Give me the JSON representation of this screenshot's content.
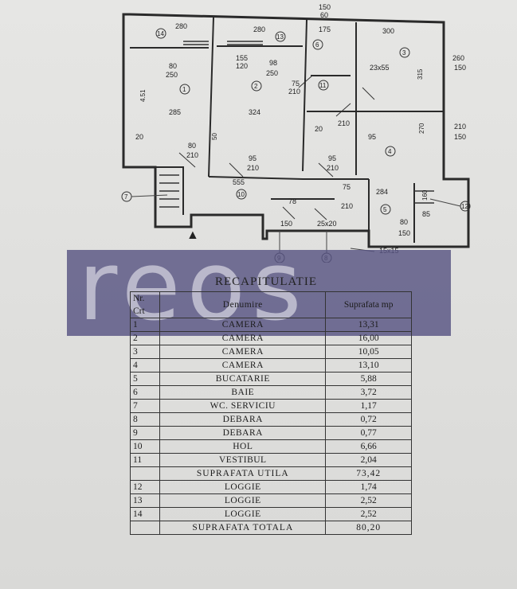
{
  "floor_plan": {
    "dims": [
      "280",
      "280",
      "175",
      "300",
      "150",
      "60",
      "80",
      "250",
      "155",
      "120",
      "98",
      "250",
      "75",
      "210",
      "23x55",
      "315",
      "260",
      "150",
      "4.51",
      "285",
      "324",
      "270",
      "210",
      "150",
      "20",
      "95",
      "210",
      "80",
      "210",
      "95",
      "210",
      "555",
      "50",
      "95",
      "210",
      "20",
      "284",
      "160",
      "80",
      "85",
      "150",
      "75",
      "210",
      "78",
      "150",
      "25x20",
      "15x15"
    ],
    "room_labels": [
      "1",
      "2",
      "3",
      "4",
      "5",
      "6",
      "7",
      "8",
      "9",
      "10",
      "11",
      "12",
      "13",
      "14"
    ],
    "entry_marker": "▲"
  },
  "watermark": "reos",
  "recap": {
    "title": "RECAPITULATIE",
    "headers": {
      "nr": "Nr. Crt",
      "name": "Denumire",
      "area": "Suprafata mp"
    },
    "rows": [
      {
        "nr": "1",
        "name": "CAMERA",
        "area": "13,31"
      },
      {
        "nr": "2",
        "name": "CAMERA",
        "area": "16,00"
      },
      {
        "nr": "3",
        "name": "CAMERA",
        "area": "10,05"
      },
      {
        "nr": "4",
        "name": "CAMERA",
        "area": "13,10"
      },
      {
        "nr": "5",
        "name": "BUCATARIE",
        "area": "5,88"
      },
      {
        "nr": "6",
        "name": "BAIE",
        "area": "3,72"
      },
      {
        "nr": "7",
        "name": "WC. SERVICIU",
        "area": "1,17"
      },
      {
        "nr": "8",
        "name": "DEBARA",
        "area": "0,72"
      },
      {
        "nr": "9",
        "name": "DEBARA",
        "area": "0,77"
      },
      {
        "nr": "10",
        "name": "HOL",
        "area": "6,66"
      },
      {
        "nr": "11",
        "name": "VESTIBUL",
        "area": "2,04"
      }
    ],
    "utila": {
      "name": "SUPRAFATA UTILA",
      "area": "73,42"
    },
    "loggias": [
      {
        "nr": "12",
        "name": "LOGGIE",
        "area": "1,74"
      },
      {
        "nr": "13",
        "name": "LOGGIE",
        "area": "2,52"
      },
      {
        "nr": "14",
        "name": "LOGGIE",
        "area": "2,52"
      }
    ],
    "totala": {
      "name": "SUPRAFATA TOTALA",
      "area": "80,20"
    }
  }
}
